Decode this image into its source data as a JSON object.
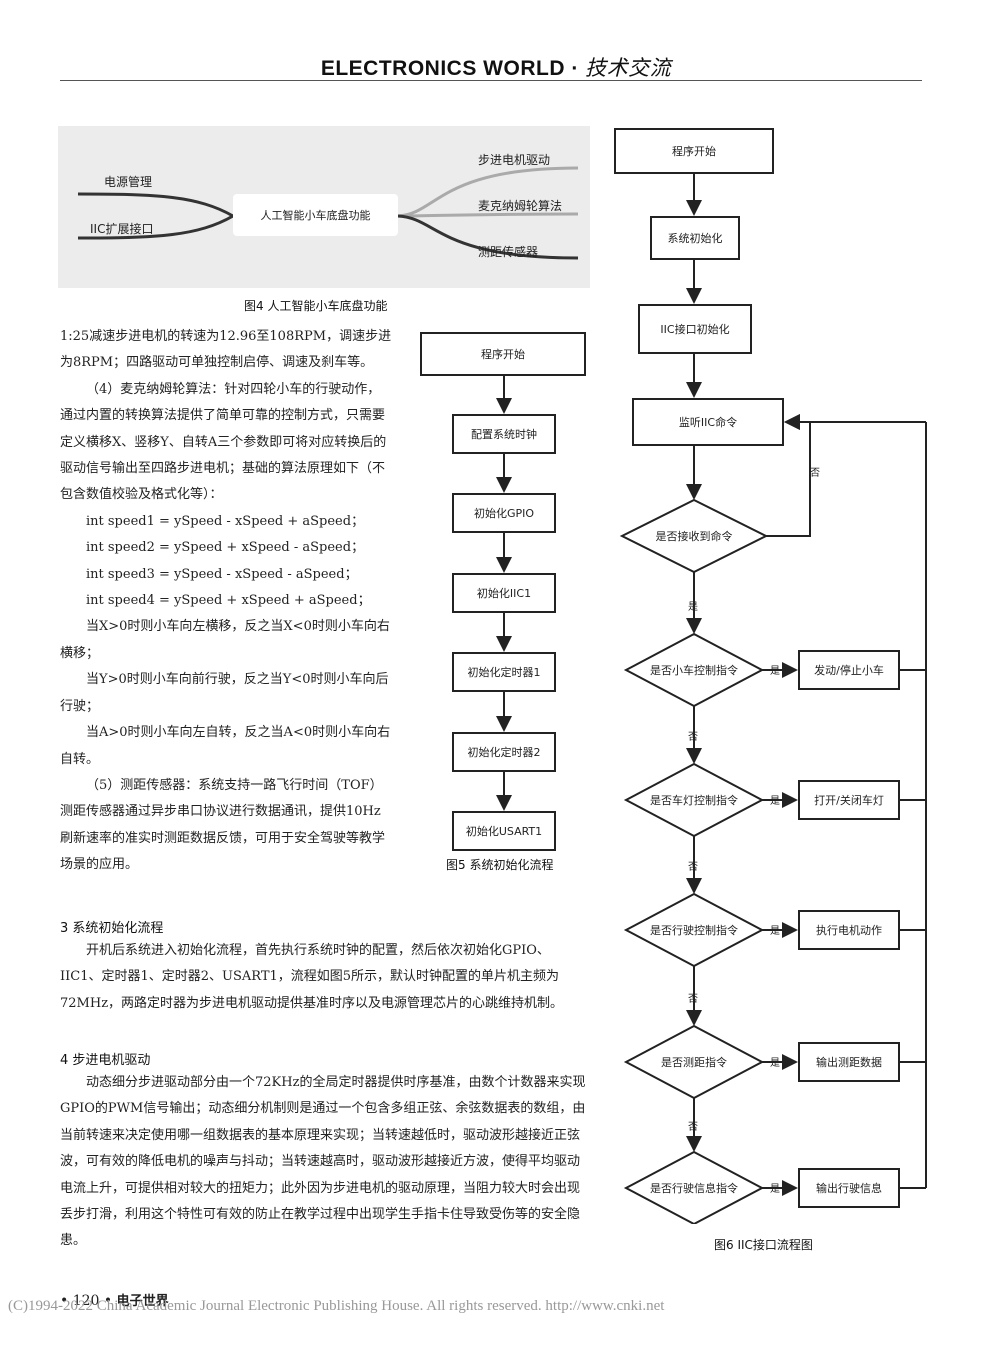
{
  "header": {
    "journal": "ELECTRONICS WORLD",
    "sep": "·",
    "section": "技术交流"
  },
  "figure4": {
    "center": "人工智能小车底盘功能",
    "left": [
      "电源管理",
      "IIC扩展接口"
    ],
    "right": [
      "步进电机驱动",
      "麦克纳姆轮算法",
      "测距传感器"
    ],
    "caption": "图4 人工智能小车底盘功能"
  },
  "body": {
    "p1": "1:25减速步进电机的转速为12.96至108RPM，调速步进为8RPM；四路驱动可单独控制启停、调速及刹车等。",
    "p2": "（4）麦克纳姆轮算法：针对四轮小车的行驶动作，通过内置的转换算法提供了简单可靠的控制方式，只需要定义横移X、竖移Y、自转A三个参数即可将对应转换后的驱动信号输出至四路步进电机；基础的算法原理如下（不包含数值校验及格式化等）：",
    "code": [
      "int speed1 = ySpeed - xSpeed + aSpeed；",
      "int speed2 = ySpeed + xSpeed - aSpeed；",
      "int speed3 = ySpeed - xSpeed - aSpeed；",
      "int speed4 = ySpeed + xSpeed + aSpeed；"
    ],
    "p3": "当X>0时则小车向左横移，反之当X<0时则小车向右横移；",
    "p4": "当Y>0时则小车向前行驶，反之当Y<0时则小车向后行驶；",
    "p5": "当A>0时则小车向左自转，反之当A<0时则小车向右自转。",
    "p6": "（5）测距传感器：系统支持一路飞行时间（TOF）测距传感器通过异步串口协议进行数据通讯，提供10Hz刷新速率的准实时测距数据反馈，可用于安全驾驶等教学场景的应用。",
    "sec3_title": "3  系统初始化流程",
    "sec3_text": "开机后系统进入初始化流程，首先执行系统时钟的配置，然后依次初始化GPIO、IIC1、定时器1、定时器2、USART1，流程如图5所示，默认时钟配置的单片机主频为72MHz，两路定时器为步进电机驱动提供基准时序以及电源管理芯片的心跳维持机制。",
    "sec4_title": "4  步进电机驱动",
    "sec4_text": "动态细分步进驱动部分由一个72KHz的全局定时器提供时序基准，由数个计数器来实现GPIO的PWM信号输出；动态细分机制则是通过一个包含多组正弦、余弦数据表的数组，由当前转速来决定使用哪一组数据表的基本原理来实现；当转速越低时，驱动波形越接近正弦波，可有效的降低电机的噪声与抖动；当转速越高时，驱动波形越接近方波，使得平均驱动电流上升，可提供相对较大的扭矩力；此外因为步进电机的驱动原理，当阻力较大时会出现丢步打滑，利用这个特性可有效的防止在教学过程中出现学生手指卡住导致受伤等的安全隐患。"
  },
  "figure5": {
    "steps": [
      "程序开始",
      "配置系统时钟",
      "初始化GPIO",
      "初始化IIC1",
      "初始化定时器1",
      "初始化定时器2",
      "初始化USART1"
    ],
    "caption": "图5 系统初始化流程"
  },
  "figure6": {
    "steps": [
      "程序开始",
      "系统初始化",
      "IIC接口初始化",
      "监听IIC命令"
    ],
    "decisions": [
      "是否接收到命令",
      "是否小车控制指令",
      "是否车灯控制指令",
      "是否行驶控制指令",
      "是否测距指令",
      "是否行驶信息指令"
    ],
    "actions": [
      "发动/停止小车",
      "打开/关闭车灯",
      "执行电机动作",
      "输出测距数据",
      "输出行驶信息"
    ],
    "yes": "是",
    "no": "否",
    "caption": "图6 IIC接口流程图"
  },
  "footer": {
    "page": "• 120 •",
    "name": "电子世界"
  },
  "copyright": "(C)1994-2022 China Academic Journal Electronic Publishing House. All rights reserved.    http://www.cnki.net"
}
